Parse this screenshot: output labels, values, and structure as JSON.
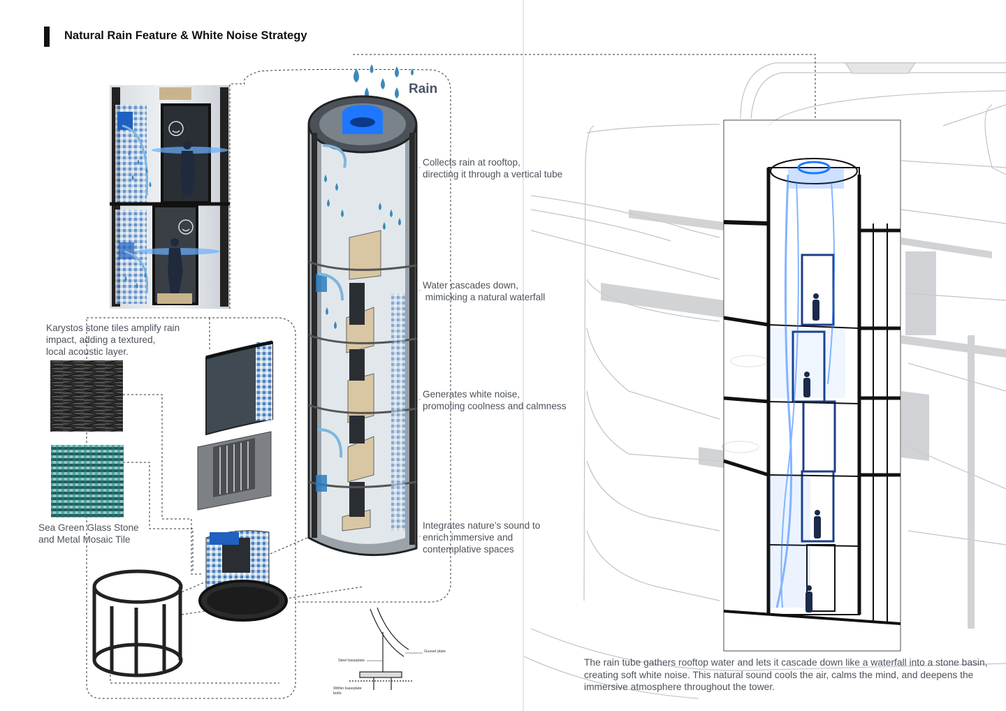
{
  "title": "Natural Rain Feature & White Noise Strategy",
  "rain_label": "Rain",
  "annotations": {
    "collects": [
      "Collects rain at rooftop,",
      "directing it through a vertical tube"
    ],
    "cascade": [
      "Water cascades down,",
      " mimicking a natural waterfall"
    ],
    "noise": [
      "Generates white noise,",
      "promoting coolness and calmness"
    ],
    "integrates": [
      "Integrates nature’s sound to",
      "enrich immersive and",
      "contemplative spaces"
    ]
  },
  "materials": {
    "karystos": [
      "Karystos stone tiles amplify rain",
      "impact, adding a textured,",
      "local acoustic layer."
    ],
    "mosaic": [
      "Sea Green Glass Stone",
      "and Metal Mosaic Tile"
    ]
  },
  "detail_labels": {
    "gusset": "Gusset plate",
    "steel_baseplate": "Steel baseplate",
    "bolts": [
      "Within baseplate",
      "bolts"
    ]
  },
  "caption": "The rain tube gathers rooftop water and lets it cascade down like a waterfall into a stone basin, creating soft white noise. This natural sound cools the air, calms the mind, and deepens the immersive atmosphere throughout the tower.",
  "colors": {
    "accent_blue": "#1e78ff",
    "water": "#3a86b8",
    "stone": "#3a3a3a",
    "mosaic": "#2e8a84",
    "wood": "#d8c7a2"
  },
  "icons": [
    "raindrop-icon",
    "smiley-icon",
    "person-icon"
  ]
}
